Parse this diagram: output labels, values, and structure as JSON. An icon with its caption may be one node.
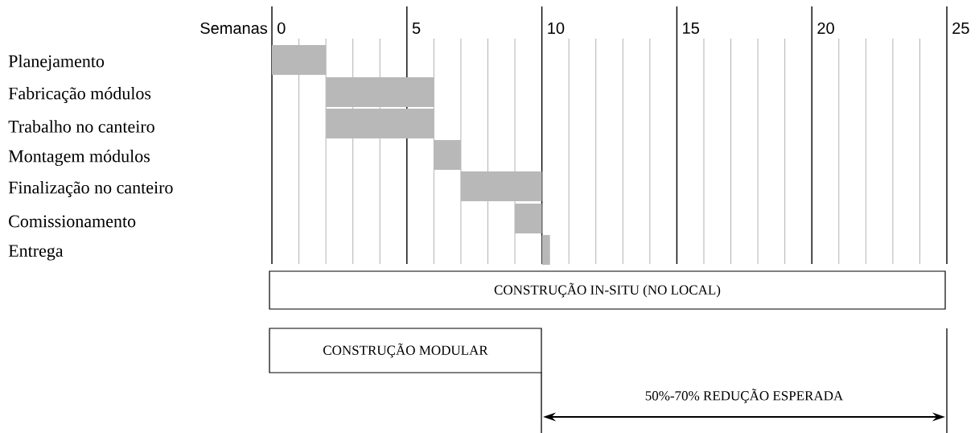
{
  "diagram": {
    "nodes": [
      {
        "text": [
          "CONSTRUÇÃO IN-SITU (NO LOCAL)"
        ]
      },
      {
        "text": [
          "CONSTRUÇÃO MODULAR"
        ]
      }
    ],
    "edges": [],
    "labels": [
      "Semanas",
      "0",
      "5",
      "10",
      "15",
      "20",
      "25",
      "Planejamento",
      "Fabricação módulos",
      "Trabalho no canteiro",
      "Montagem módulos",
      "Finalização no canteiro",
      "Comissionamento",
      "Entrega",
      "50%-70% REDUÇÃO ESPERADA"
    ]
  }
}
